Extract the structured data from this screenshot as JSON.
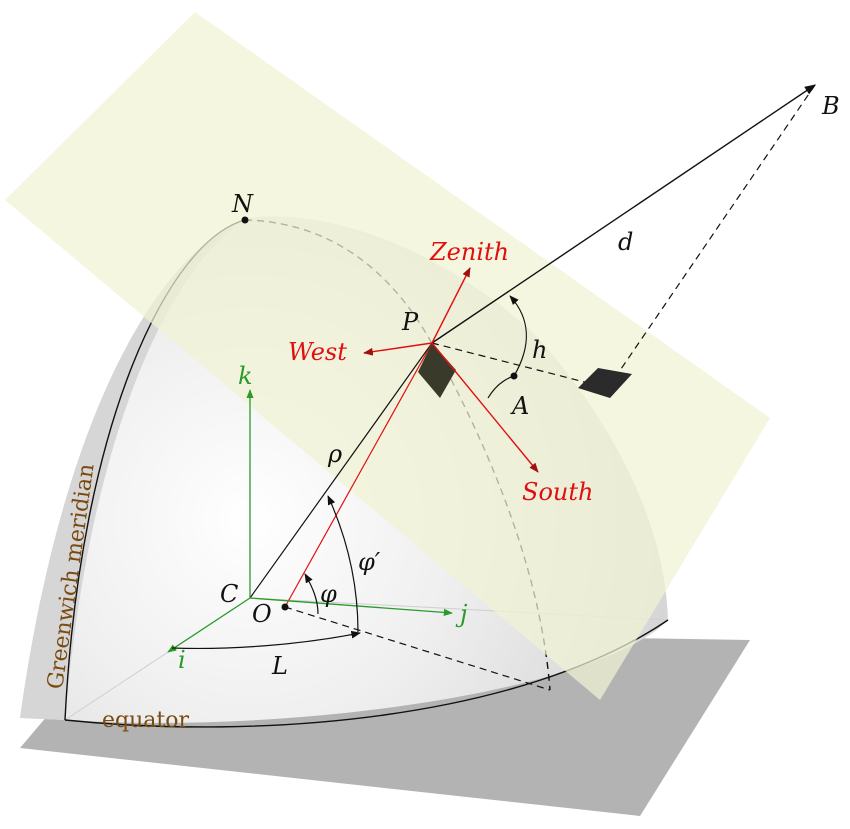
{
  "colors": {
    "axis": "#2a9a2a",
    "local": "#e01010",
    "ink": "#111111",
    "brown": "#7a4a10",
    "plane": "#f1f2d2",
    "ground": "#b3b3b3"
  },
  "labels": {
    "north": "N",
    "point_p": "P",
    "point_b": "B",
    "center_c": "C",
    "origin_o": "O",
    "axis_i": "i",
    "axis_j": "j",
    "axis_k": "k",
    "distance": "d",
    "radius": "ρ",
    "height_angle": "h",
    "azimuth": "A",
    "latitude": "φ",
    "latitude_geocentric": "φ′",
    "longitude": "L",
    "zenith": "Zenith",
    "west": "West",
    "south": "South",
    "greenwich": "Greenwich meridian",
    "equator": "equator"
  }
}
